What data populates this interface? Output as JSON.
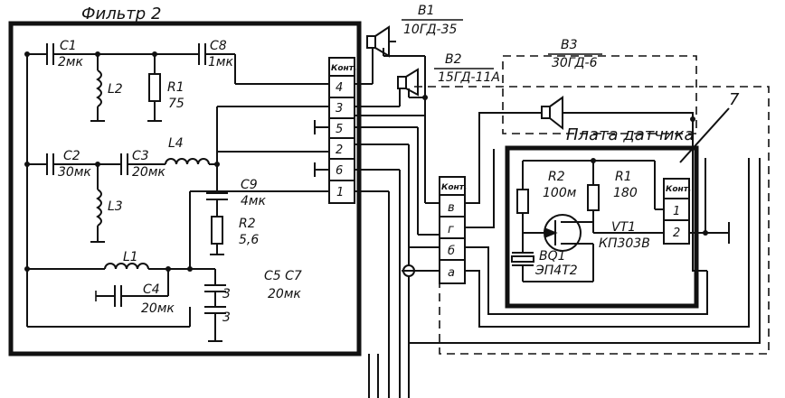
{
  "filter": {
    "title": "Фильтр 2",
    "connector_header": "Конт.",
    "pins": [
      "4",
      "3",
      "5",
      "2",
      "6",
      "1"
    ],
    "c1": {
      "ref": "C1",
      "value": "2мк"
    },
    "c8": {
      "ref": "C8",
      "value": "1мк"
    },
    "l2": {
      "ref": "L2"
    },
    "r1": {
      "ref": "R1",
      "value": "75"
    },
    "c2": {
      "ref": "C2",
      "value": "30мк"
    },
    "c3": {
      "ref": "C3",
      "value": "20мк"
    },
    "l4": {
      "ref": "L4"
    },
    "l3": {
      "ref": "L3"
    },
    "c9": {
      "ref": "C9",
      "value": "4мк"
    },
    "r2": {
      "ref": "R2",
      "value": "5,6"
    },
    "l1": {
      "ref": "L1"
    },
    "c4": {
      "ref": "C4",
      "value": "20мк"
    },
    "c5c7": {
      "ref": "C5  C7",
      "value": "20мк"
    },
    "cap_stack_labels": [
      "3",
      "3"
    ]
  },
  "speakers": {
    "b1": {
      "ref": "B1",
      "model": "10ГД-35"
    },
    "b2": {
      "ref": "B2",
      "model": "15ГД-11А"
    },
    "b3": {
      "ref": "B3",
      "model": "30ГД-6"
    }
  },
  "sensor_board": {
    "title": "Плата датчика",
    "label_7": "7",
    "connector_header_left": "Конт.",
    "connector_header_right": "Конт.",
    "pins_left": [
      "в",
      "г",
      "б",
      "а"
    ],
    "pins_right": [
      "1",
      "2"
    ],
    "r2": {
      "ref": "R2",
      "value": "100м"
    },
    "r1": {
      "ref": "R1",
      "value": "180"
    },
    "vt1": {
      "ref": "VT1",
      "model": "КП303В"
    },
    "bq1": {
      "ref": "BQ1",
      "model": "ЭП4Т2"
    }
  }
}
